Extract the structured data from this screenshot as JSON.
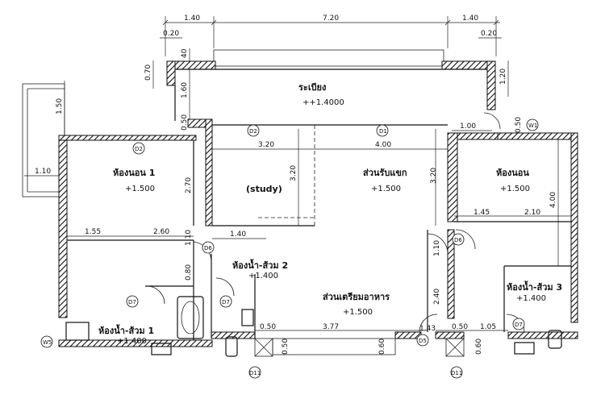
{
  "rooms": {
    "balcony": {
      "name": "ระเบียง",
      "level": "++1.4000"
    },
    "bedroom1": {
      "name": "ห้องนอน 1",
      "level": "+1.500"
    },
    "study": {
      "name": "(study)"
    },
    "living": {
      "name": "ส่วนรับแขก",
      "level": "+1.500"
    },
    "bedroom2": {
      "name": "ห้องนอน",
      "level": "+1.500"
    },
    "bath2": {
      "name": "ห้องน้ำ-ส้วม 2",
      "level": "+1.400"
    },
    "kitchen": {
      "name": "ส่วนเตรียมอาหาร",
      "level": "+1.500"
    },
    "bath1": {
      "name": "ห้องน้ำ-ส้วม 1",
      "level": "+1.400"
    },
    "bath3": {
      "name": "ห้องน้ำ-ส้วม 3",
      "level": "+1.400"
    }
  },
  "dimensions": {
    "top_left": "1.40",
    "top_mid": "7.20",
    "top_right": "1.40",
    "top_sub_left": "0.20",
    "top_sub_right": "0.20",
    "d_070": "0.70",
    "d_040": "40",
    "d_160": "1.60",
    "d_120": "1.20",
    "d_150": "1.50",
    "d_110_left": "1.10",
    "d_050": "0.50",
    "study_w": "3.20",
    "living_w": "4.00",
    "right_top": "1.00",
    "right_050": "0.50",
    "study_h": "3.20",
    "study_h2": "2.70",
    "living_h": "3.20",
    "bed2_h": "4.00",
    "bed2_w1": "1.45",
    "bed2_w2": "2.10",
    "bed1_w1": "1.55",
    "bed1_w2": "2.60",
    "mid_140": "1.40",
    "mid_110": "1.10",
    "mid_110b": "1.10",
    "mid_080": "0.80",
    "k_240": "2.40",
    "b_050": "0.50",
    "b_377": "3.77",
    "b_060": "0.60",
    "b_143": "1.43",
    "b_050b": "0.50",
    "b_105": "1.05",
    "b_060b": "0.60",
    "b_050c": "0.50"
  },
  "tags": {
    "d1": "D1",
    "d2a": "D2",
    "d2b": "D2",
    "d5": "D5",
    "d6a": "D6",
    "d6b": "D6",
    "d7a": "D7",
    "d7b": "D7",
    "d7c": "D7",
    "d11a": "D11",
    "d11b": "D11",
    "w1": "W1",
    "w5": "W5"
  }
}
